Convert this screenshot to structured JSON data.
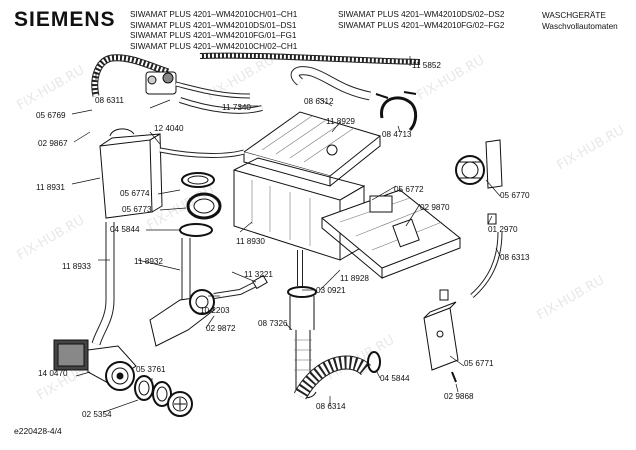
{
  "header": {
    "brand": "SIEMENS",
    "models_col1": [
      "SIWAMAT PLUS 4201–WM42010CH/01–CH1",
      "SIWAMAT PLUS 4201–WM42010DS/01–DS1",
      "SIWAMAT PLUS 4201–WM42010FG/01–FG1",
      "SIWAMAT PLUS 4201–WM42010CH/02–CH1"
    ],
    "models_col2": [
      "SIWAMAT PLUS 4201–WM42010DS/02–DS2",
      "SIWAMAT PLUS 4201–WM42010FG/02–FG2"
    ],
    "category_line1": "WASCHGERÄTE",
    "category_line2": "Waschvollautomaten"
  },
  "watermark": "FIX-HUB.RU",
  "footer": "e220428-4/4",
  "parts": [
    "11 5852",
    "05 6769",
    "08 6311",
    "11 7340",
    "08 6312",
    "08 4713",
    "02 9867",
    "12 4040",
    "11 8929",
    "11 8931",
    "05 6774",
    "05 6773",
    "04 5844",
    "11 8930",
    "05 6772",
    "02 9870",
    "05 6770",
    "01 2970",
    "11 8933",
    "11 8932",
    "11 3221",
    "11 8928",
    "08 6313",
    "03 0921",
    "10 2203",
    "02 9872",
    "08 7326",
    "05 6771",
    "14 0470",
    "05 3761",
    "04 5844",
    "02 5354",
    "08 6314",
    "02 9868"
  ]
}
